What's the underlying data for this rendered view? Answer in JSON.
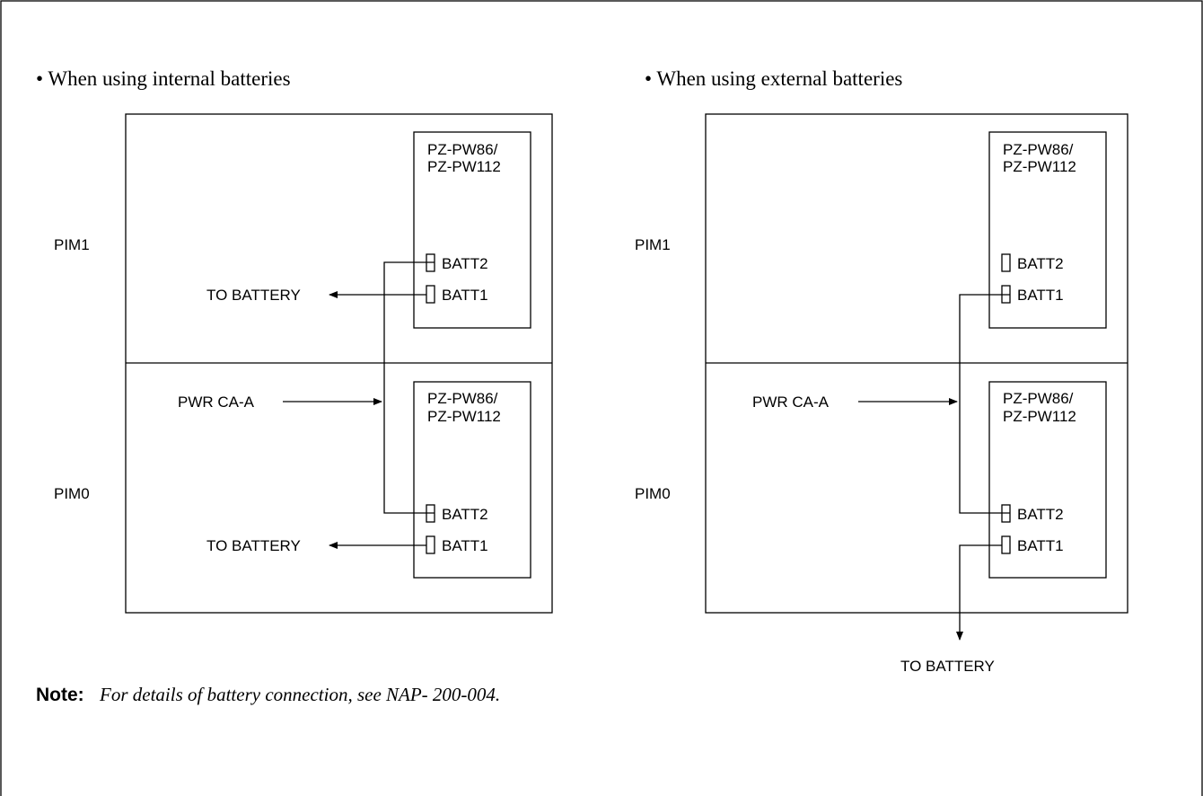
{
  "left_diagram": {
    "heading": "• When using internal batteries",
    "pim_upper": "PIM1",
    "pim_lower": "PIM0",
    "upper_module": {
      "line1": "PZ-PW86/",
      "line2": "PZ-PW112",
      "batt2": "BATT2",
      "batt1": "BATT1"
    },
    "lower_module": {
      "line1": "PZ-PW86/",
      "line2": "PZ-PW112",
      "batt2": "BATT2",
      "batt1": "BATT1"
    },
    "to_battery_upper": "TO BATTERY",
    "to_battery_lower": "TO BATTERY",
    "pwr_label": "PWR CA-A"
  },
  "right_diagram": {
    "heading": "• When using external batteries",
    "pim_upper": "PIM1",
    "pim_lower": "PIM0",
    "upper_module": {
      "line1": "PZ-PW86/",
      "line2": "PZ-PW112",
      "batt2": "BATT2",
      "batt1": "BATT1"
    },
    "lower_module": {
      "line1": "PZ-PW86/",
      "line2": "PZ-PW112",
      "batt2": "BATT2",
      "batt1": "BATT1"
    },
    "pwr_label": "PWR CA-A",
    "to_battery": "TO BATTERY"
  },
  "note": {
    "label": "Note:",
    "text": "For details of battery connection, see NAP- 200-004."
  }
}
